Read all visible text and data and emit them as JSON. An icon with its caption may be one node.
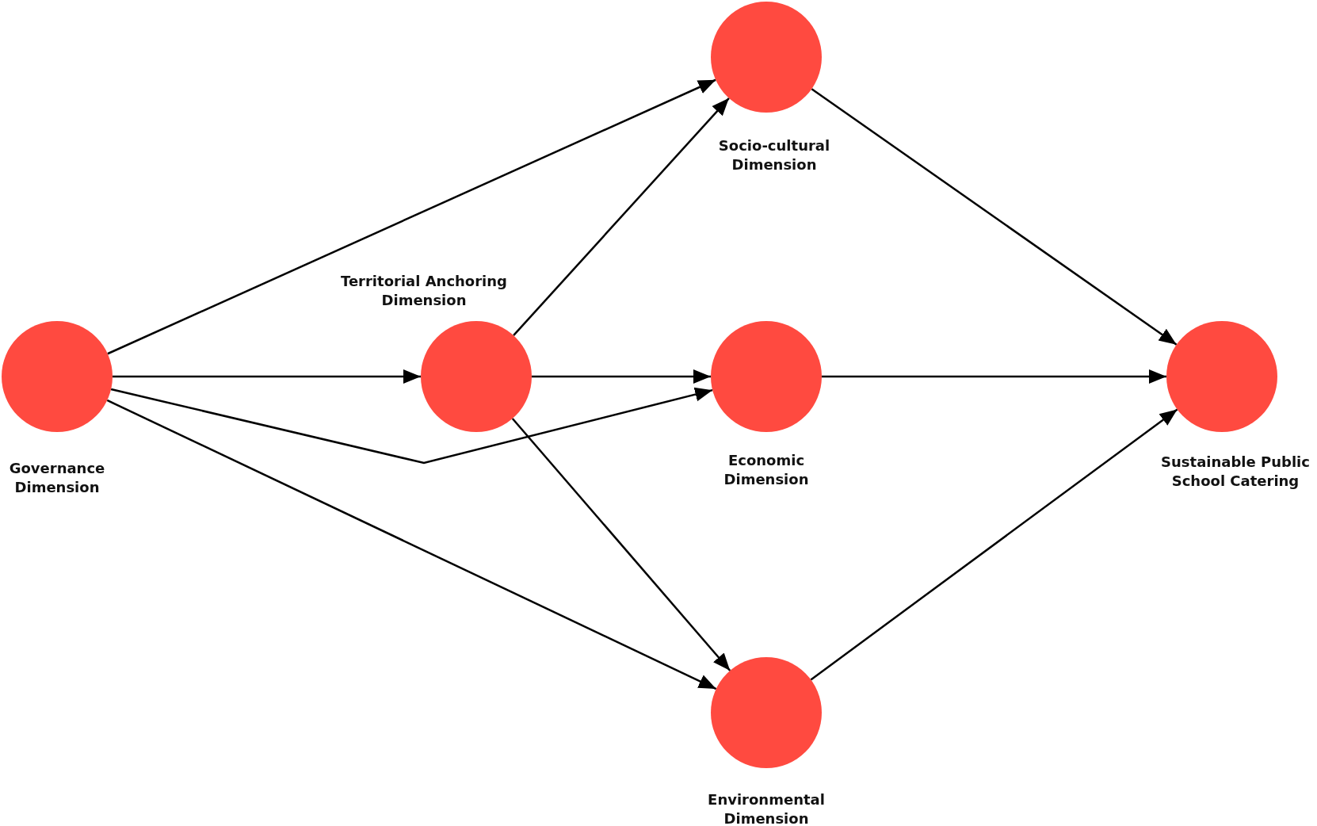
{
  "diagram": {
    "nodes": [
      {
        "text": [
          "Governance Dimension"
        ]
      },
      {
        "text": [
          "Territorial Anchoring Dimension"
        ]
      },
      {
        "text": [
          "Socio-cultural Dimension"
        ]
      },
      {
        "text": [
          "Economic Dimension"
        ]
      },
      {
        "text": [
          "Environmental Dimension"
        ]
      },
      {
        "text": [
          "Sustainable Public School Catering"
        ]
      }
    ],
    "edges": [
      {
        "from": 0,
        "to": 2,
        "arrow": "to"
      },
      {
        "from": 0,
        "to": 1,
        "arrow": "to"
      },
      {
        "from": 0,
        "to": 3,
        "arrow": "to"
      },
      {
        "from": 0,
        "to": 4,
        "arrow": "to"
      },
      {
        "from": 1,
        "to": 2,
        "arrow": "to"
      },
      {
        "from": 1,
        "to": 3,
        "arrow": "to"
      },
      {
        "from": 1,
        "to": 4,
        "arrow": "to"
      },
      {
        "from": 2,
        "to": 5,
        "arrow": "to"
      },
      {
        "from": 3,
        "to": 5,
        "arrow": "to"
      },
      {
        "from": 4,
        "to": 5,
        "arrow": "to"
      }
    ]
  }
}
